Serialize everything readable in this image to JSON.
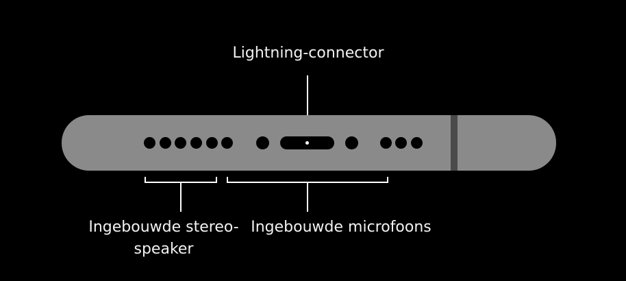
{
  "labels": {
    "connector": "Lightning-connector",
    "speaker_line1": "Ingebouwde stereo-",
    "speaker_line2": "speaker",
    "microphones": "Ingebouwde microfoons"
  },
  "colors": {
    "background": "#000000",
    "device": "#8a8a8a",
    "band_split": "#4a4a4a",
    "label_text": "#f2f2f2"
  }
}
